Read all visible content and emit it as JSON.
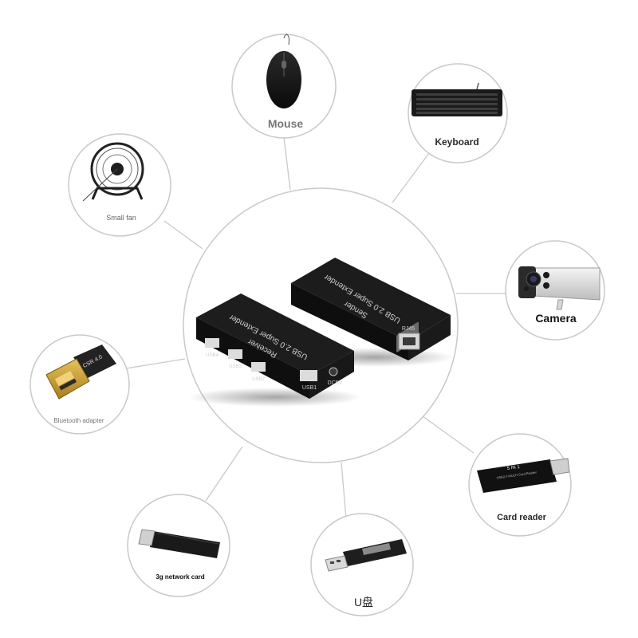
{
  "center": {
    "receiver": {
      "title": "USB 2.0 Super Extender",
      "subtitle": "Receiver",
      "ports": [
        "USB4",
        "USB3",
        "USB2",
        "USB1",
        "DC5V"
      ]
    },
    "sender": {
      "title": "USB 2.0 Super Extender",
      "subtitle": "Sender",
      "port": "RJ45"
    }
  },
  "devices": {
    "mouse": "Mouse",
    "keyboard": "Keyboard",
    "small_fan": "Small fan",
    "camera": "Camera",
    "bluetooth": "Bluetooth adapter",
    "card_reader": "Card reader",
    "network_card": "3g network card",
    "u_disk": "U盘",
    "bt_dongle_text": "CSR 4.0",
    "card_reader_text": "5 IN 1",
    "card_reader_sub": "USB2.0 MULTI Card Reader"
  },
  "colors": {
    "ring": "#c9c9c9",
    "device_body": "#141414",
    "label": "#2a2a2a"
  }
}
